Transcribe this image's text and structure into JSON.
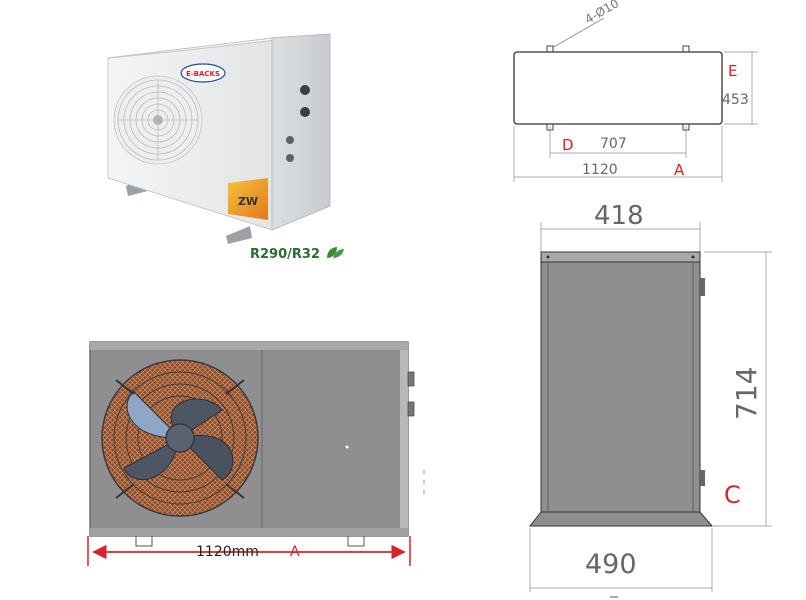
{
  "product_photo": {
    "brand_logo": "E-BACKS",
    "badge": "ZW",
    "refrigerant_label": "R290/R32",
    "leaf_icon": "leaf-icon"
  },
  "top_view": {
    "hole_note": "4-Ø10",
    "depth_value": "453",
    "depth_letter": "E",
    "foot_span_value": "707",
    "foot_span_letter": "D",
    "width_value": "1120",
    "width_letter": "A"
  },
  "front_view": {
    "width_label": "1120mm",
    "width_letter": "A"
  },
  "side_view": {
    "top_width_value": "418",
    "height_value": "714",
    "height_letter": "C",
    "base_width_value": "490"
  },
  "colors": {
    "dimension_red": "#d9232a",
    "dimension_line": "#8c8c8c",
    "leaf_green": "#3f8a3a",
    "panel_gray": "#8f8f91"
  }
}
